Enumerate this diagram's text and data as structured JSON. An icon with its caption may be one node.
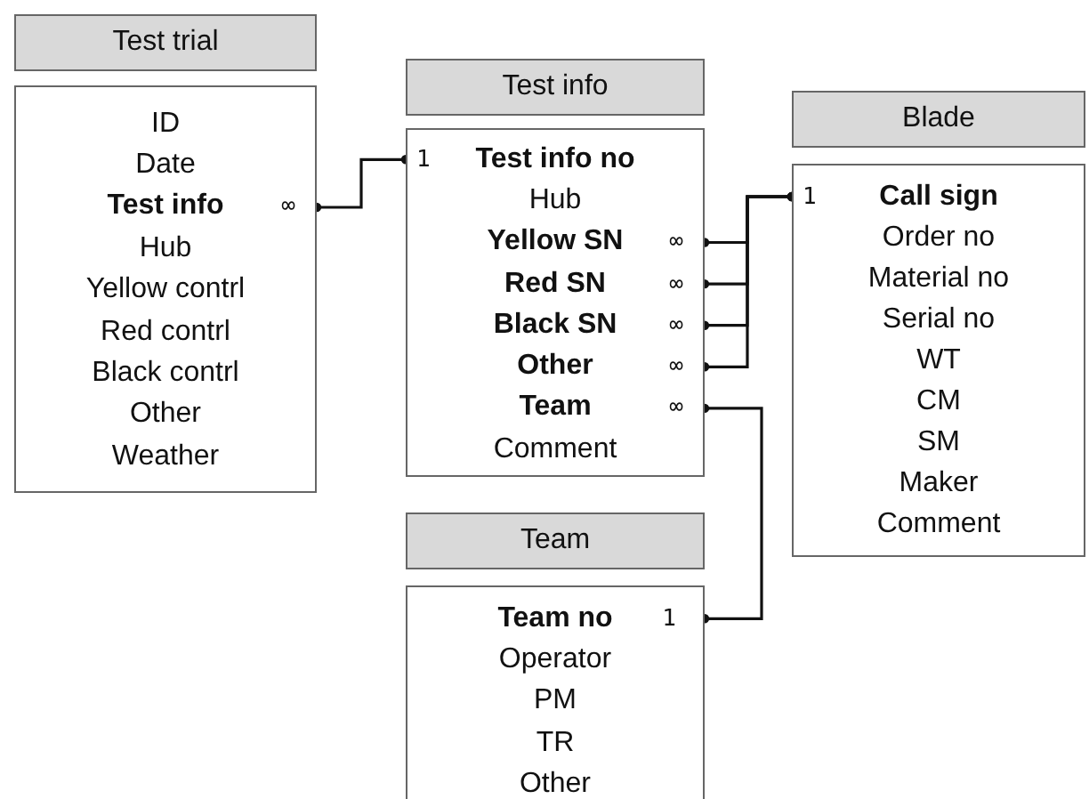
{
  "diagram": {
    "nodes": [
      {
        "text": [
          "Test trial"
        ]
      },
      {
        "text": [],
        "shape": "box"
      },
      {
        "text": [
          "ID"
        ],
        "in": 1
      },
      {
        "text": [
          "Date"
        ],
        "in": 1
      },
      {
        "text": [
          "Test info"
        ],
        "in": 1,
        "beside": [
          "∞"
        ]
      },
      {
        "text": [
          "Hub"
        ],
        "in": 1
      },
      {
        "text": [
          "Yellow contrl"
        ],
        "in": 1
      },
      {
        "text": [
          "Red contrl"
        ],
        "in": 1
      },
      {
        "text": [
          "Black contrl"
        ],
        "in": 1
      },
      {
        "text": [
          "Other"
        ],
        "in": 1
      },
      {
        "text": [
          "Weather"
        ],
        "in": 1
      },
      {
        "text": [
          "Test info"
        ]
      },
      {
        "text": [],
        "shape": "box"
      },
      {
        "text": [
          "Test info no"
        ],
        "in": 12,
        "beside": [
          "1"
        ]
      },
      {
        "text": [
          "Hub"
        ],
        "in": 12
      },
      {
        "text": [
          "Yellow SN"
        ],
        "in": 12,
        "beside": [
          "∞"
        ]
      },
      {
        "text": [
          "Red SN"
        ],
        "in": 12,
        "beside": [
          "∞"
        ]
      },
      {
        "text": [
          "Black SN"
        ],
        "in": 12,
        "beside": [
          "∞"
        ]
      },
      {
        "text": [
          "Other"
        ],
        "in": 12,
        "beside": [
          "∞"
        ]
      },
      {
        "text": [
          "Team"
        ],
        "in": 12,
        "beside": [
          "∞"
        ]
      },
      {
        "text": [
          "Comment"
        ],
        "in": 12
      },
      {
        "text": [
          "Blade"
        ]
      },
      {
        "text": [],
        "shape": "box"
      },
      {
        "text": [
          "Call sign"
        ],
        "in": 22,
        "beside": [
          "1"
        ]
      },
      {
        "text": [
          "Order no"
        ],
        "in": 22
      },
      {
        "text": [
          "Material no"
        ],
        "in": 22
      },
      {
        "text": [
          "Serial no"
        ],
        "in": 22
      },
      {
        "text": [
          "WT"
        ],
        "in": 22
      },
      {
        "text": [
          "CM"
        ],
        "in": 22
      },
      {
        "text": [
          "SM"
        ],
        "in": 22
      },
      {
        "text": [
          "Maker"
        ],
        "in": 22
      },
      {
        "text": [
          "Comment"
        ],
        "in": 22
      },
      {
        "text": [
          "Team"
        ]
      },
      {
        "text": [],
        "shape": "box"
      },
      {
        "text": [
          "Team no"
        ],
        "in": 33,
        "beside": [
          "1"
        ]
      },
      {
        "text": [
          "Operator"
        ],
        "in": 33
      },
      {
        "text": [
          "PM"
        ],
        "in": 33
      },
      {
        "text": [
          "TR"
        ],
        "in": 33
      },
      {
        "text": [
          "Other"
        ],
        "in": 33
      }
    ],
    "edges": [
      {
        "from": 4,
        "to": 13,
        "arrow": "other"
      },
      {
        "from": 15,
        "to": 23,
        "arrow": "other"
      },
      {
        "from": 16,
        "to": 23,
        "arrow": "other"
      },
      {
        "from": 17,
        "to": 23,
        "arrow": "other"
      },
      {
        "from": 18,
        "to": 23,
        "arrow": "other"
      },
      {
        "from": 19,
        "to": 34,
        "arrow": "other"
      }
    ]
  }
}
